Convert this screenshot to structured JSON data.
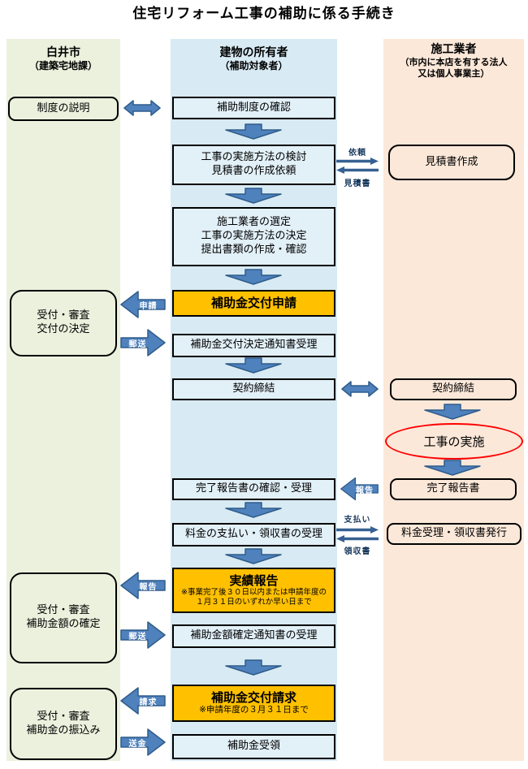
{
  "title": "住宅リフォーム工事の補助に係る手続き",
  "columns": {
    "city": {
      "header": [
        "白井市",
        "（建築宅地課）"
      ]
    },
    "owner": {
      "header": [
        "建物の所有者",
        "（補助対象者）"
      ]
    },
    "contractor": {
      "header": [
        "施工業者",
        "（市内に本店を有する法人",
        "又は個人事業主）"
      ]
    }
  },
  "city_steps": [
    {
      "lines": [
        "制度の説明"
      ]
    },
    {
      "lines": [
        "受付・審査",
        "交付の決定"
      ]
    },
    {
      "lines": [
        "受付・審査",
        "補助金額の確定"
      ]
    },
    {
      "lines": [
        "受付・審査",
        "補助金の振込み"
      ]
    }
  ],
  "owner_steps": [
    {
      "lines": [
        "補助制度の確認"
      ]
    },
    {
      "lines": [
        "工事の実施方法の検討",
        "見積書の作成依頼"
      ]
    },
    {
      "lines": [
        "施工業者の選定",
        "工事の実施方法の決定",
        "提出書類の作成・確認"
      ]
    },
    {
      "lines": [
        "補助金交付申請"
      ]
    },
    {
      "lines": [
        "補助金交付決定通知書受理"
      ]
    },
    {
      "lines": [
        "契約締結"
      ]
    },
    {
      "lines": [
        "完了報告書の確認・受理"
      ]
    },
    {
      "lines": [
        "料金の支払い・領収書の受理"
      ]
    },
    {
      "lines": [
        "実績報告"
      ],
      "note": [
        "※事業完了後３０日以内または申請年度の",
        "１月３１日のいずれか早い日まで"
      ]
    },
    {
      "lines": [
        "補助金額確定通知書の受理"
      ]
    },
    {
      "lines": [
        "補助金交付請求"
      ],
      "note": [
        "※申請年度の３月３１日まで"
      ]
    },
    {
      "lines": [
        "補助金受領"
      ]
    }
  ],
  "contractor_steps": [
    {
      "lines": [
        "見積書作成"
      ]
    },
    {
      "lines": [
        "契約締結"
      ]
    },
    {
      "lines": [
        "工事の実施"
      ]
    },
    {
      "lines": [
        "完了報告書"
      ]
    },
    {
      "lines": [
        "料金受理・領収書発行"
      ]
    }
  ],
  "arrow_labels": {
    "irai": "依頼",
    "mitsumorisho": "見積書",
    "shinsei": "申請",
    "yuso1": "郵送",
    "hokoku_right": "報告",
    "shiharai": "支払い",
    "ryoshusho": "領収書",
    "hokoku_left": "報告",
    "yuso2": "郵送",
    "seikyu": "請求",
    "sokin": "送金"
  },
  "colors": {
    "city_bg": "#ebf1dd",
    "owner_bg": "#d8eaf3",
    "owner_box_bg": "#e2f0f8",
    "contractor_bg": "#fce8d9",
    "highlight": "#ffc000",
    "arrow_fill": "#4f81bd",
    "arrow_stroke": "#2e5c8a",
    "thin_fill": "#376092",
    "ellipse_stroke": "#ff0000",
    "label_navy": "#17375d"
  }
}
